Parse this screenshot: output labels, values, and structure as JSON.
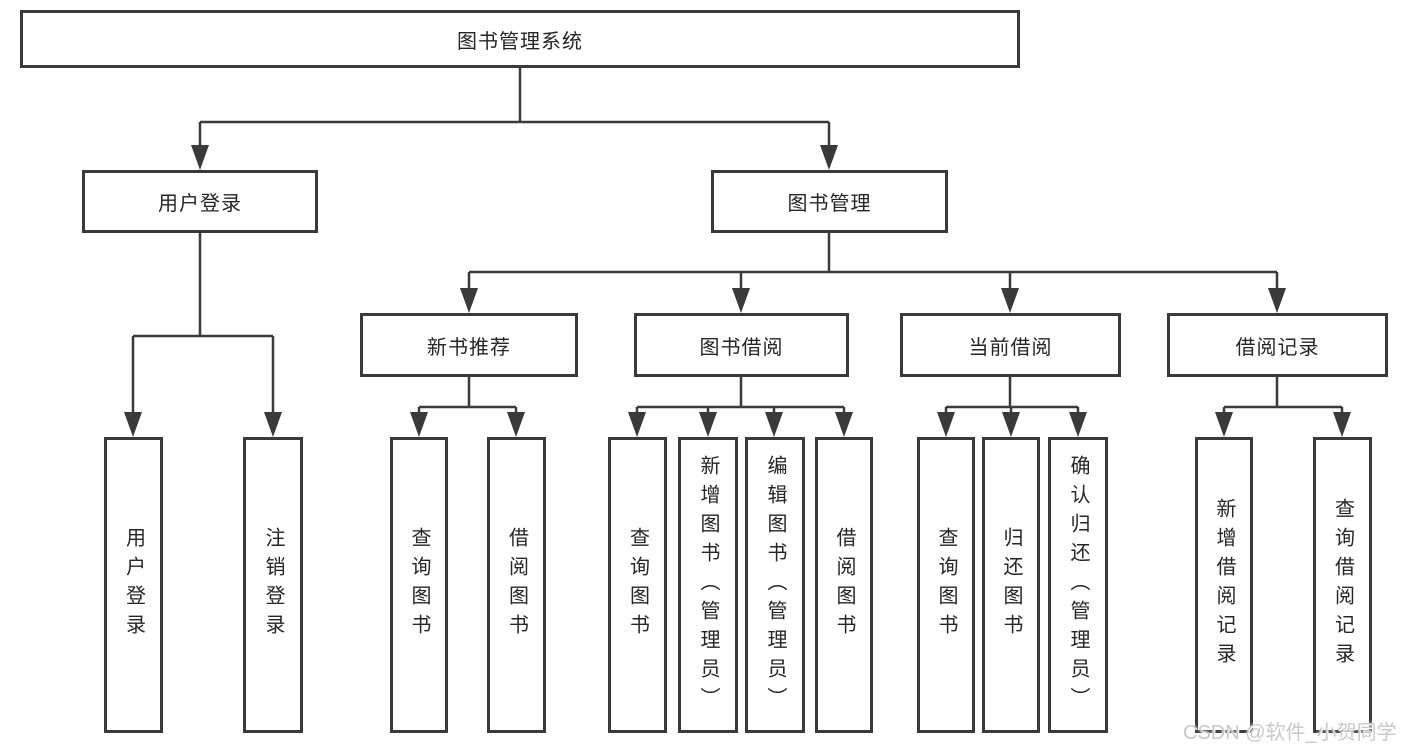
{
  "colors": {
    "line": "#3a3a3a",
    "text": "#262626",
    "background": "#ffffff",
    "watermark": "#c9c9c9"
  },
  "tree": {
    "root": "图书管理系统",
    "user_login": "用户登录",
    "book_mgmt": "图书管理",
    "new_book": "新书推荐",
    "book_borrow": "图书借阅",
    "current_borrow": "当前借阅",
    "borrow_record": "借阅记录",
    "leaves": {
      "user_login_leaf": "用户登录",
      "logout": "注销登录",
      "nb_query": "查询图书",
      "nb_borrow": "借阅图书",
      "bb_query": "查询图书",
      "bb_add": "新增图书（管理员）",
      "bb_edit": "编辑图书（管理员）",
      "bb_borrow": "借阅图书",
      "cb_query": "查询图书",
      "cb_return": "归还图书",
      "cb_confirm": "确认归还（管理员）",
      "br_add": "新增借阅记录",
      "br_query": "查询借阅记录"
    }
  },
  "watermark": "CSDN @软件_小贺同学"
}
